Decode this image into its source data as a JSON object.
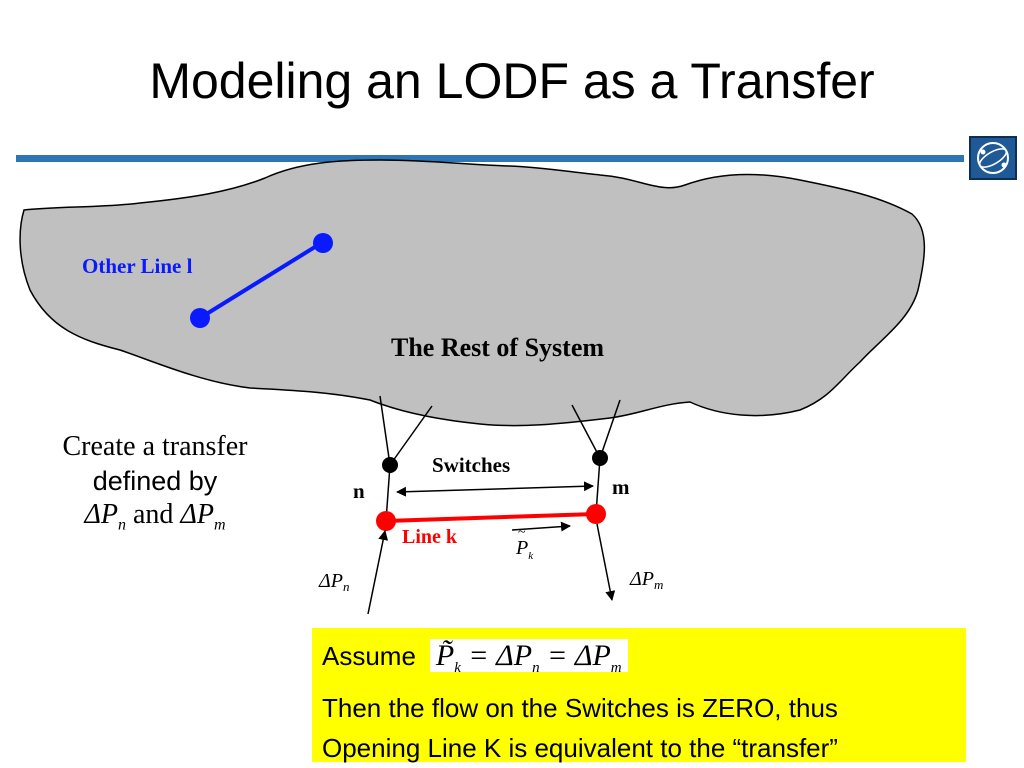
{
  "slide": {
    "title": "Modeling an LODF as a Transfer"
  },
  "diagram": {
    "system_label": "The Rest of System",
    "other_line_label": "Other Line l",
    "switches_label": "Switches",
    "bus_n": "n",
    "bus_m": "m",
    "line_k_label": "Line k",
    "flow_label_symbol": "P",
    "flow_label_sub": "k",
    "delta_pn_symbol": "ΔP",
    "delta_pn_sub": "n",
    "delta_pm_symbol": "ΔP",
    "delta_pm_sub": "m"
  },
  "create_text": {
    "line1": "Create a transfer",
    "line2": "defined by",
    "line3_a": "ΔP",
    "line3_a_sub": "n",
    "line3_and": " and ",
    "line3_b": "ΔP",
    "line3_b_sub": "m"
  },
  "assume_box": {
    "assume_label": "Assume",
    "eq_p": "P̃",
    "eq_p_sub": "k",
    "eq_eq1": " = ΔP",
    "eq_n_sub": "n",
    "eq_eq2": " = ΔP",
    "eq_m_sub": "m",
    "line2": "Then the flow on the Switches is ZERO, thus",
    "line3": "Opening Line K is equivalent to the “transfer”"
  },
  "colors": {
    "title_rule": "#2e75b6",
    "cloud_fill": "#c0c0c0",
    "other_line": "#0a1aff",
    "line_k": "#ff0000",
    "assume_bg": "#ffff00"
  }
}
